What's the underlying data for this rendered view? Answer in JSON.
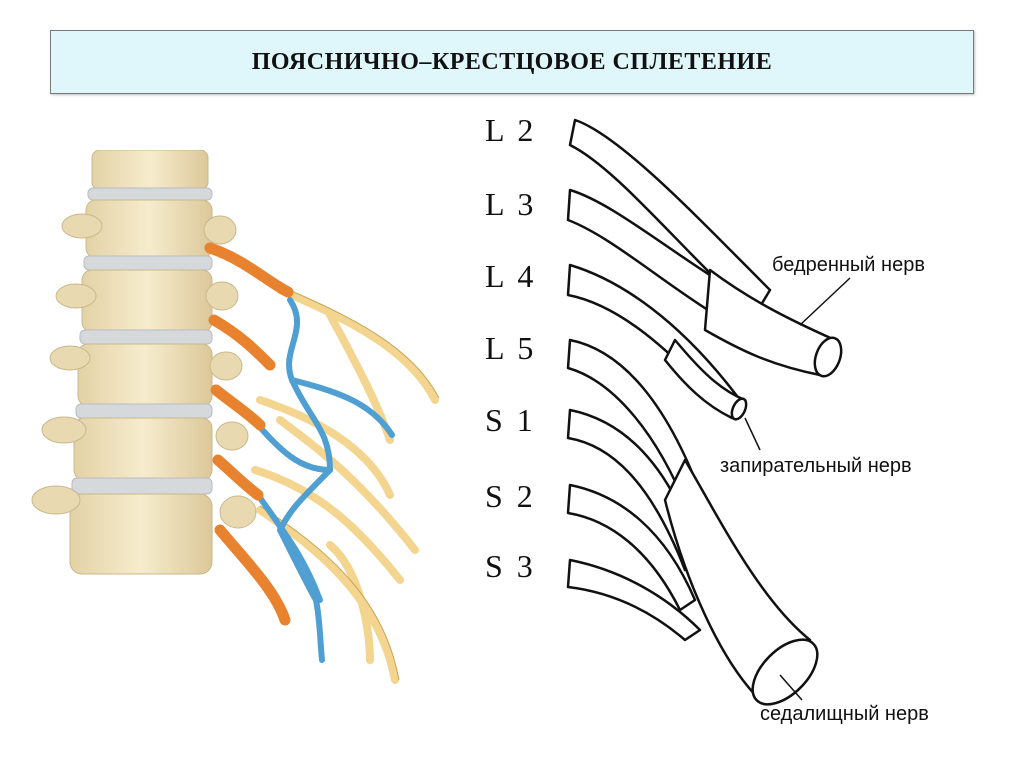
{
  "title": "ПОЯСНИЧНО–КРЕСТЦОВОЕ СПЛЕТЕНИЕ",
  "roots": [
    "L 2",
    "L 3",
    "L 4",
    "L 5",
    "S 1",
    "S 2",
    "S 3"
  ],
  "nerves": {
    "femoral": "бедренный нерв",
    "obturator": "запирательный нерв",
    "sciatic": "седалищный нерв"
  },
  "colors": {
    "title_bg": "#dff6fa",
    "bone": "#efe3bf",
    "disc": "#d5d8dc",
    "nerve_orange": "#e9822f",
    "nerve_blue": "#4f9fd2",
    "nerve_yellow": "#f3d58f"
  }
}
